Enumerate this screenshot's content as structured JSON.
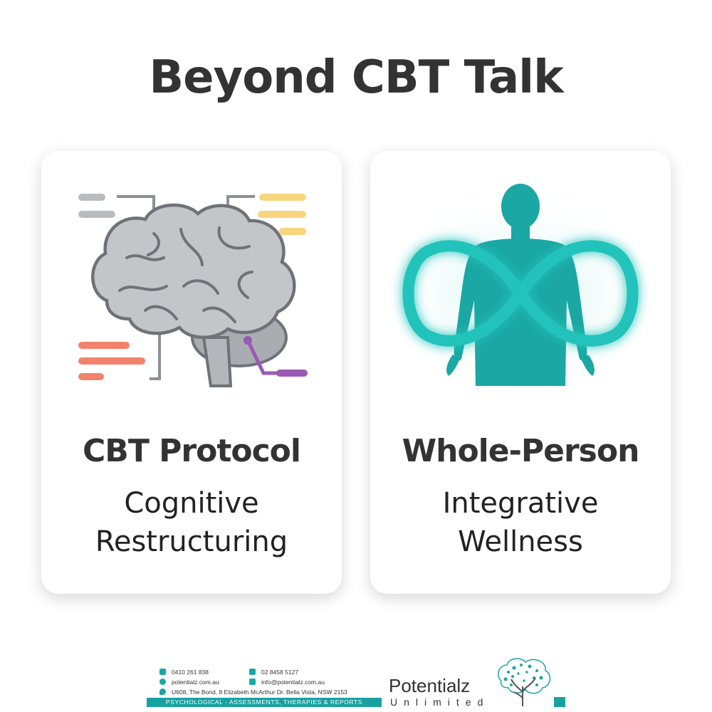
{
  "title": "Beyond CBT Talk",
  "cards": [
    {
      "heading": "CBT Protocol",
      "lines": [
        "Cognitive",
        "Restructuring"
      ],
      "icon": "brain-icon"
    },
    {
      "heading": "Whole-Person",
      "lines": [
        "Integrative",
        "Wellness"
      ],
      "icon": "human-infinity-icon"
    }
  ],
  "footer": {
    "phone": "0410  261 838",
    "fax": "02 8458 5127",
    "website": "potentialz.com.au",
    "email": "info@potentialz.com.au",
    "address": "U608, The Bond, 8 Elizabeth McArthur Dr. Bella Vista, NSW 2153",
    "tagline": "PSYCHOLOGICAL - ASSESSMENTS, THERAPIES & REPORTS",
    "brand_name": "Potentialz",
    "brand_sub": "Unlimited"
  },
  "colors": {
    "title": "#333333",
    "teal": "#1aa6a6",
    "brain": "#bfc2c5",
    "accent_yellow": "#f7d57a",
    "accent_red": "#f2826c",
    "accent_purple": "#9b59b6"
  }
}
